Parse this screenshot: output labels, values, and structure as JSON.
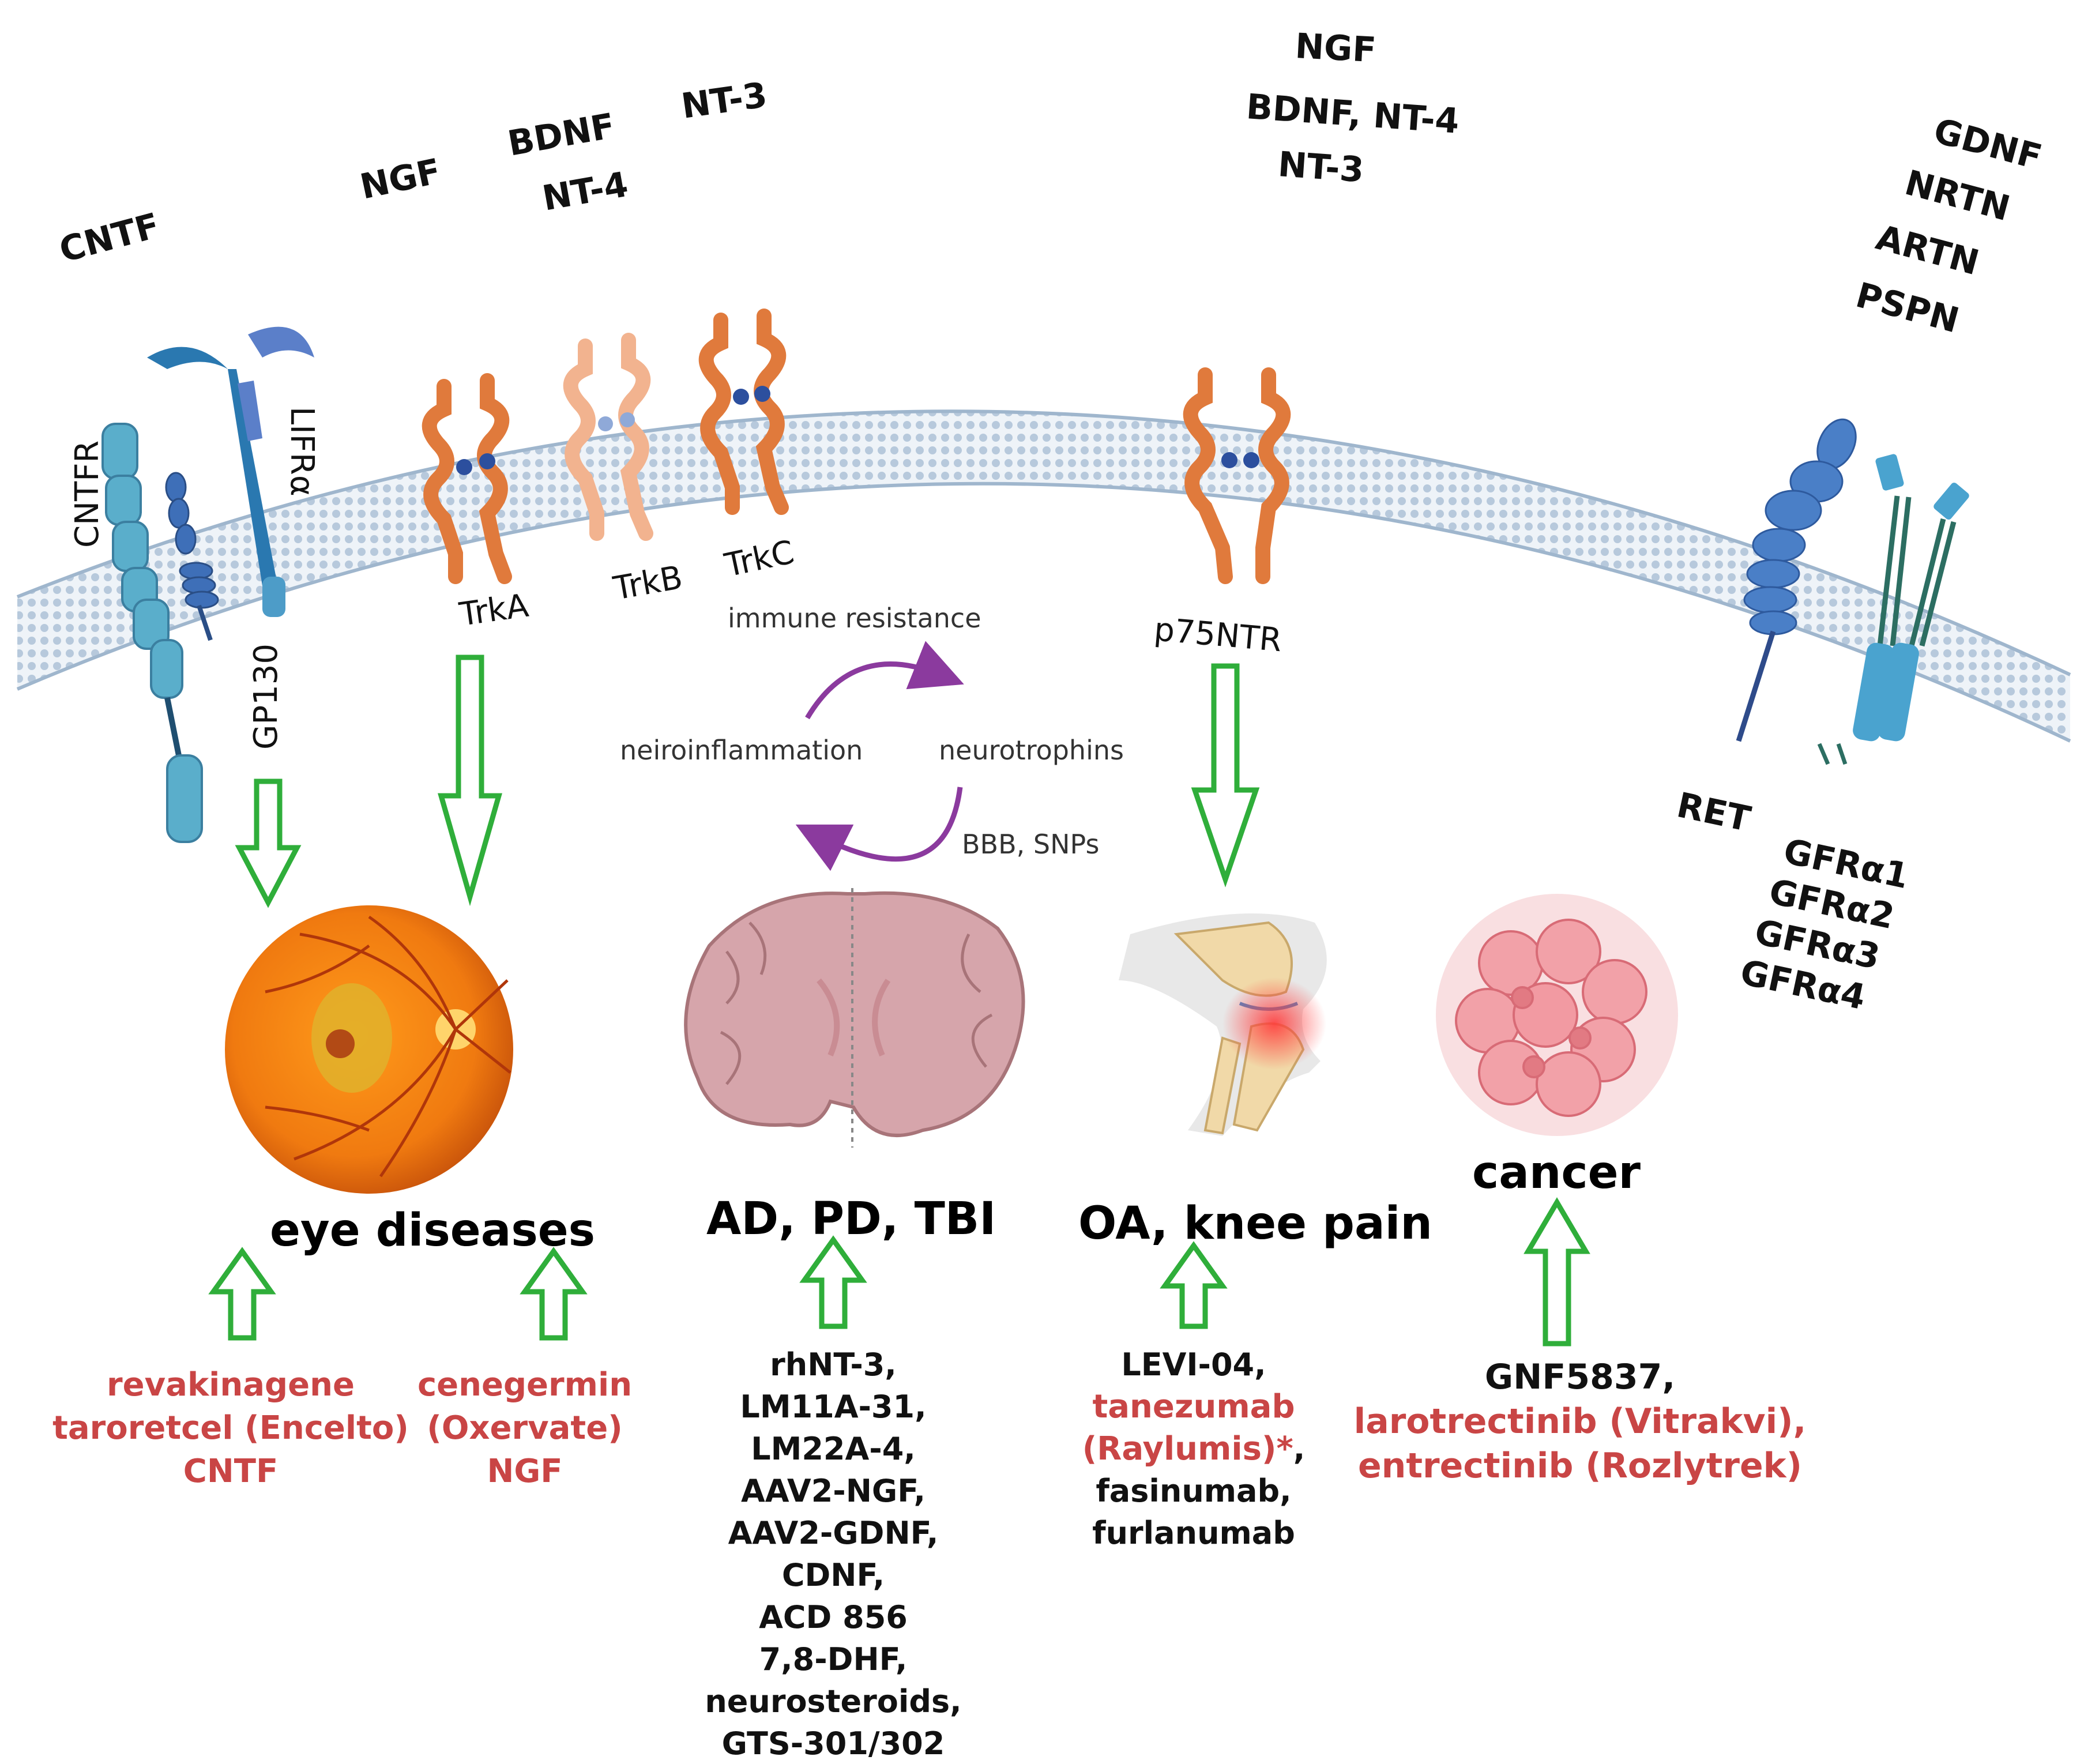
{
  "ligands": {
    "cntf": "CNTF",
    "trka_ngf": "NGF",
    "trkb_bdnf": "BDNF",
    "trkb_nt4": "NT-4",
    "trkc_nt3": "NT-3",
    "p75_ngf": "NGF",
    "p75_bdnf_nt4": "BDNF, NT-4",
    "p75_nt3": "NT-3",
    "gdnf": "GDNF",
    "nrtn": "NRTN",
    "artn": "ARTN",
    "pspn": "PSPN"
  },
  "receptors": {
    "cntfr": "CNTFR",
    "gp130": "GP130",
    "lifr": "LIFRα",
    "trka": "TrkA",
    "trkb": "TrkB",
    "trkc": "TrkC",
    "p75ntr": "p75NTR",
    "ret": "RET",
    "gfra1": "GFRα1",
    "gfra2": "GFRα2",
    "gfra3": "GFRα3",
    "gfra4": "GFRα4"
  },
  "cycle": {
    "top": "immune resistance",
    "left": "neiroinflammation",
    "right": "neurotrophins",
    "bottom": "BBB, SNPs"
  },
  "diseases": {
    "eye": "eye diseases",
    "brain": "AD, PD, TBI",
    "knee": "OA, knee pain",
    "cancer": "cancer"
  },
  "drugs": {
    "eye_left": [
      "revakinagene",
      "taroretcel (Encelto)",
      "CNTF"
    ],
    "eye_right": [
      "cenegermin",
      "(Oxervate)",
      "NGF"
    ],
    "brain": [
      "rhNT-3,",
      "LM11A-31,",
      "LM22A-4,",
      "AAV2-NGF,",
      "AAV2-GDNF,",
      "CDNF,",
      "ACD 856",
      "7,8-DHF,",
      "neurosteroids,",
      "GTS-301/302"
    ],
    "knee_1": "LEVI-04,",
    "knee_2": "tanezumab",
    "knee_3": "(Raylumis)*",
    "knee_3_comma": ",",
    "knee_4": "fasinumab,",
    "knee_5": "furlanumab",
    "cancer_1": "GNF5837,",
    "cancer_2": "larotrectinib (Vitrakvi),",
    "cancer_3": "entrectinib (Rozlytrek)"
  },
  "colors": {
    "arrow_green": "#2fae3a",
    "drug_red": "#c94545",
    "trk_orange": "#e07a3c",
    "cycle_purple": "#8b3a9e",
    "membrane": "#c7d6e6"
  }
}
